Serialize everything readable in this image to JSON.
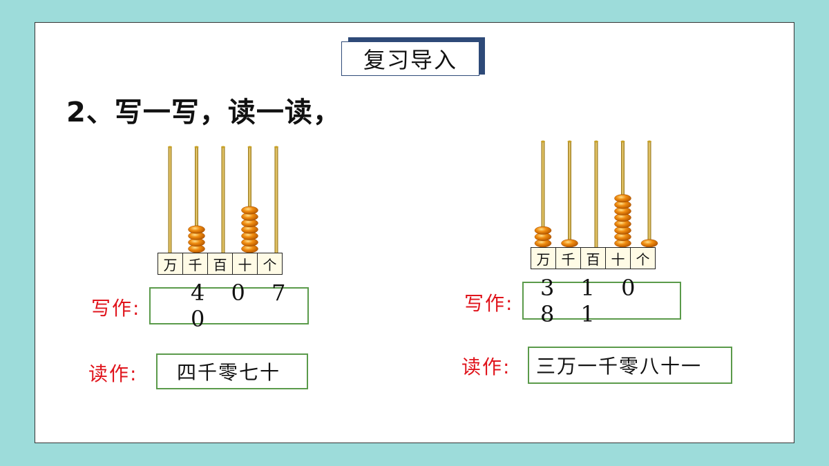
{
  "title": "复习导入",
  "heading": "2、写一写，读一读，",
  "place_names": [
    "万",
    "千",
    "百",
    "十",
    "个"
  ],
  "colors": {
    "background": "#9ddcda",
    "title_border": "#2e4a78",
    "tag_text": "#e0141c",
    "answer_border": "#5a9a4a",
    "bead": "#f08c10",
    "rod": "#d4a017"
  },
  "problems": [
    {
      "beads": [
        0,
        4,
        0,
        7,
        0
      ],
      "write_label": "写作:",
      "write_value": "4 0 7 0",
      "read_label": "读作:",
      "read_value": "四千零七十"
    },
    {
      "beads": [
        3,
        1,
        0,
        8,
        1
      ],
      "write_label": "写作:",
      "write_value": "3 1 0 8 1",
      "read_label": "读作:",
      "read_value": "三万一千零八十一"
    }
  ]
}
